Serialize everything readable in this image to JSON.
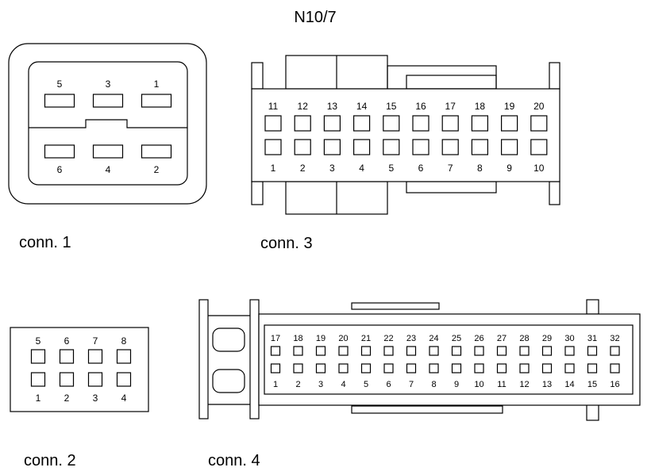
{
  "title": "N10/7",
  "connectors": {
    "conn1": {
      "label": "conn. 1",
      "top_pins": [
        "5",
        "3",
        "1"
      ],
      "bottom_pins": [
        "6",
        "4",
        "2"
      ]
    },
    "conn2": {
      "label": "conn. 2",
      "top_pins": [
        "5",
        "6",
        "7",
        "8"
      ],
      "bottom_pins": [
        "1",
        "2",
        "3",
        "4"
      ]
    },
    "conn3": {
      "label": "conn. 3",
      "top_pins": [
        "11",
        "12",
        "13",
        "14",
        "15",
        "16",
        "17",
        "18",
        "19",
        "20"
      ],
      "bottom_pins": [
        "1",
        "2",
        "3",
        "4",
        "5",
        "6",
        "7",
        "8",
        "9",
        "10"
      ]
    },
    "conn4": {
      "label": "conn. 4",
      "top_pins": [
        "17",
        "18",
        "19",
        "20",
        "21",
        "22",
        "23",
        "24",
        "25",
        "26",
        "27",
        "28",
        "29",
        "30",
        "31",
        "32"
      ],
      "bottom_pins": [
        "1",
        "2",
        "3",
        "4",
        "5",
        "6",
        "7",
        "8",
        "9",
        "10",
        "11",
        "12",
        "13",
        "14",
        "15",
        "16"
      ]
    }
  }
}
